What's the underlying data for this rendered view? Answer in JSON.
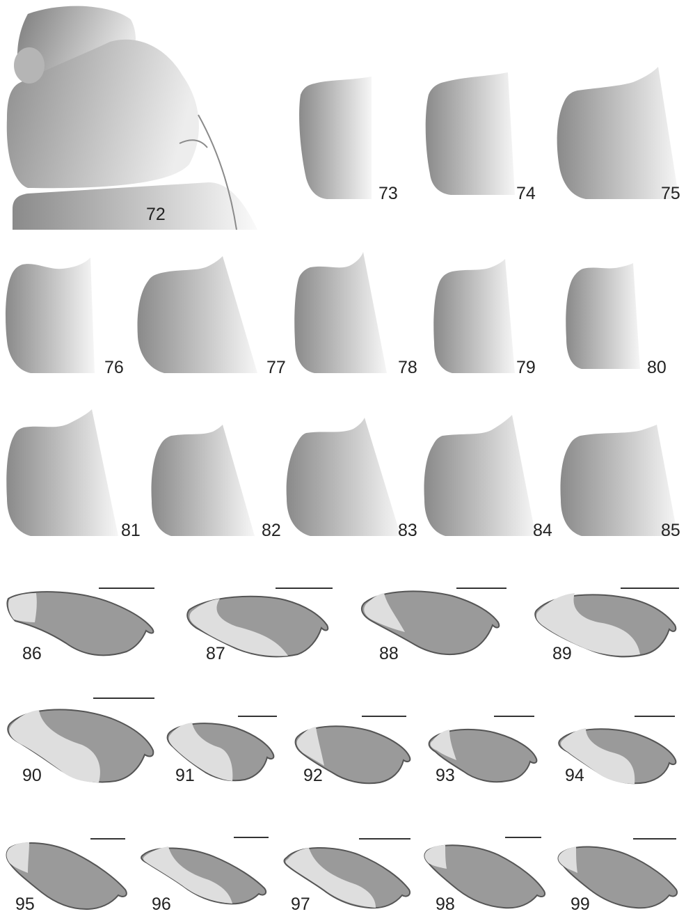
{
  "figures": [
    {
      "id": "72",
      "label": "72"
    },
    {
      "id": "73",
      "label": "73"
    },
    {
      "id": "74",
      "label": "74"
    },
    {
      "id": "75",
      "label": "75"
    },
    {
      "id": "76",
      "label": "76"
    },
    {
      "id": "77",
      "label": "77"
    },
    {
      "id": "78",
      "label": "78"
    },
    {
      "id": "79",
      "label": "79"
    },
    {
      "id": "80",
      "label": "80"
    },
    {
      "id": "81",
      "label": "81"
    },
    {
      "id": "82",
      "label": "82"
    },
    {
      "id": "83",
      "label": "83"
    },
    {
      "id": "84",
      "label": "84"
    },
    {
      "id": "85",
      "label": "85"
    },
    {
      "id": "86",
      "label": "86"
    },
    {
      "id": "87",
      "label": "87"
    },
    {
      "id": "88",
      "label": "88"
    },
    {
      "id": "89",
      "label": "89"
    },
    {
      "id": "90",
      "label": "90"
    },
    {
      "id": "91",
      "label": "91"
    },
    {
      "id": "92",
      "label": "92"
    },
    {
      "id": "93",
      "label": "93"
    },
    {
      "id": "94",
      "label": "94"
    },
    {
      "id": "95",
      "label": "95"
    },
    {
      "id": "96",
      "label": "96"
    },
    {
      "id": "97",
      "label": "97"
    },
    {
      "id": "98",
      "label": "98"
    },
    {
      "id": "99",
      "label": "99"
    }
  ],
  "colors": {
    "shade_dark": "#8a8a8a",
    "shade_light": "#f4f4f4",
    "wing_dark": "#9a9a9a",
    "wing_light": "#dedede",
    "outline": "#555555",
    "scale_bar": "#333333"
  }
}
